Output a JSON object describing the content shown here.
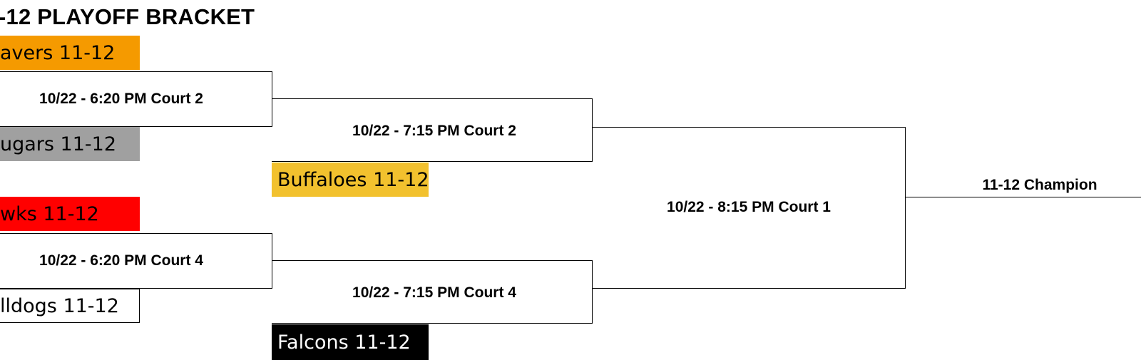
{
  "title": "-12 PLAYOFF BRACKET",
  "teams": {
    "t1": {
      "label": "avers 11-12",
      "bg": "#F59A00",
      "fg": "#000000"
    },
    "t2": {
      "label": "ugars 11-12",
      "bg": "#A0A0A0",
      "fg": "#000000"
    },
    "t3": {
      "label": "wks 11-12",
      "bg": "#FF0000",
      "fg": "#000000"
    },
    "t4": {
      "label": "lldogs 11-12",
      "bg": "#FFFFFF",
      "fg": "#000000"
    },
    "t5": {
      "label": "Buffaloes 11-12",
      "bg": "#F2C12E",
      "fg": "#000000"
    },
    "t6": {
      "label": "Falcons 11-12",
      "bg": "#000000",
      "fg": "#FFFFFF"
    }
  },
  "games": {
    "g1": "10/22 - 6:20 PM Court 2",
    "g2": "10/22 - 6:20 PM Court 4",
    "g3": "10/22 - 7:15 PM Court 2",
    "g4": "10/22 - 7:15 PM Court 4",
    "g5": "10/22 - 8:15 PM Court 1"
  },
  "champion_label": "11-12 Champion"
}
